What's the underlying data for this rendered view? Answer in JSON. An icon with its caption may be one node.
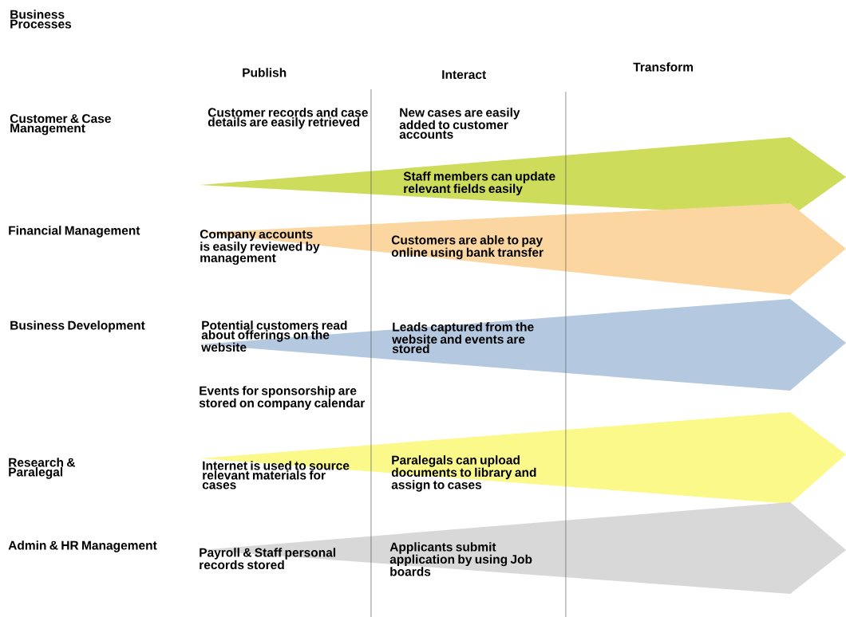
{
  "diagram": {
    "title": "Business Processes",
    "labels": [
      "Publish",
      "Interact",
      "Transform",
      "Customer & Case Management",
      "Customer records and case details are easily retrieved",
      "New cases are easily added to customer accounts",
      "Staff members can update relevant fields easily",
      "Financial Management",
      "Company accounts is easily reviewed by management",
      "Customers are able to pay online using bank transfer",
      "Business Development",
      "Potential customers read about offerings on the website",
      "Leads captured from the website and events are stored",
      "Events for sponsorship are stored on company calendar",
      "Research & Paralegal",
      "Internet is used to source relevant materials for cases",
      "Paralegals can upload documents to library and assign to cases",
      "Admin & HR Management",
      "Payroll & Staff personal records stored",
      "Applicants submit application by using Job boards"
    ]
  }
}
